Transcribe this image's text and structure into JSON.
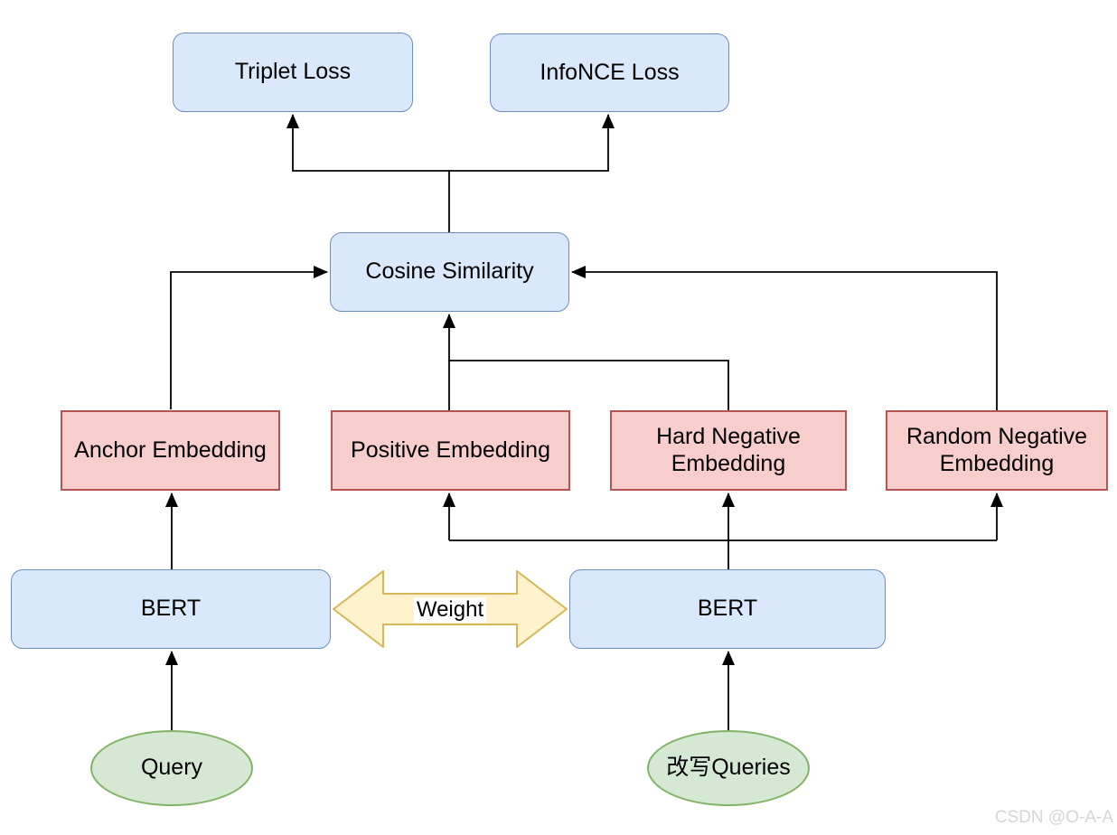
{
  "diagram": {
    "nodes": {
      "triplet_loss": {
        "label": "Triplet Loss",
        "shape": "rounded-rect",
        "fill": "#dae8fc",
        "stroke": "#6c8ebf"
      },
      "infonce_loss": {
        "label": "InfoNCE Loss",
        "shape": "rounded-rect",
        "fill": "#dae8fc",
        "stroke": "#6c8ebf"
      },
      "cosine_similarity": {
        "label": "Cosine Similarity",
        "shape": "rounded-rect",
        "fill": "#dae8fc",
        "stroke": "#6c8ebf"
      },
      "anchor_embedding": {
        "label": "Anchor Embedding",
        "shape": "rect",
        "fill": "#f8cecc",
        "stroke": "#b85450"
      },
      "positive_embedding": {
        "label": "Positive Embedding",
        "shape": "rect",
        "fill": "#f8cecc",
        "stroke": "#b85450"
      },
      "hard_negative_embedding": {
        "label": "Hard Negative Embedding",
        "shape": "rect",
        "fill": "#f8cecc",
        "stroke": "#b85450"
      },
      "random_negative_embedding": {
        "label": "Random Negative Embedding",
        "shape": "rect",
        "fill": "#f8cecc",
        "stroke": "#b85450"
      },
      "bert_left": {
        "label": "BERT",
        "shape": "rounded-rect",
        "fill": "#dae8fc",
        "stroke": "#6c8ebf"
      },
      "bert_right": {
        "label": "BERT",
        "shape": "rounded-rect",
        "fill": "#dae8fc",
        "stroke": "#6c8ebf"
      },
      "query": {
        "label": "Query",
        "shape": "ellipse",
        "fill": "#d5e8d4",
        "stroke": "#82b366"
      },
      "rewritten_queries": {
        "label": "改写Queries",
        "shape": "ellipse",
        "fill": "#d5e8d4",
        "stroke": "#82b366"
      }
    },
    "weight_connector": {
      "label": "Weight",
      "fill": "#fff2cc",
      "stroke": "#d6b656",
      "style": "bidirectional-arrow"
    },
    "edges": [
      {
        "from": "cosine_similarity",
        "to": "triplet_loss"
      },
      {
        "from": "cosine_similarity",
        "to": "infonce_loss"
      },
      {
        "from": "anchor_embedding",
        "to": "cosine_similarity"
      },
      {
        "from": "positive_embedding",
        "to": "cosine_similarity"
      },
      {
        "from": "hard_negative_embedding",
        "to": "cosine_similarity"
      },
      {
        "from": "random_negative_embedding",
        "to": "cosine_similarity"
      },
      {
        "from": "bert_left",
        "to": "anchor_embedding"
      },
      {
        "from": "bert_right",
        "to": "positive_embedding"
      },
      {
        "from": "bert_right",
        "to": "hard_negative_embedding"
      },
      {
        "from": "bert_right",
        "to": "random_negative_embedding"
      },
      {
        "from": "query",
        "to": "bert_left"
      },
      {
        "from": "rewritten_queries",
        "to": "bert_right"
      },
      {
        "from": "bert_left",
        "to": "bert_right",
        "label": "Weight",
        "style": "bidirectional"
      }
    ],
    "edge_color": "#000000",
    "watermark": "CSDN @O-A-A"
  }
}
